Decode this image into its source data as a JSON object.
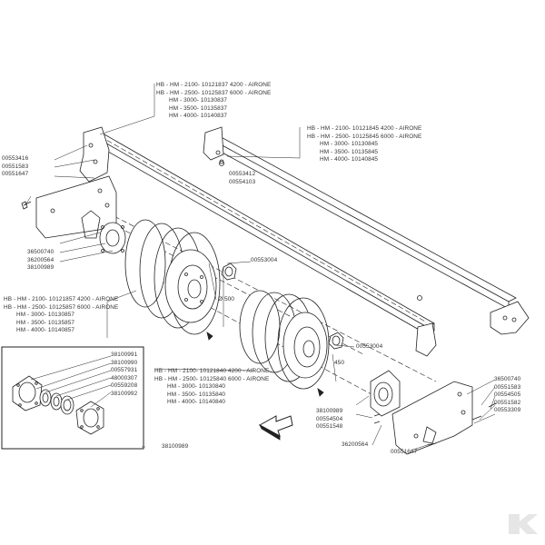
{
  "callouts": {
    "top_left_group": [
      "HB - HM - 2100- 10121837 4200 - AIRONE",
      "HB - HM - 2500- 10125837 6000 - AIRONE",
      "HM - 3000- 10130837",
      "HM - 3500- 10135837",
      "HM - 4000- 10140837"
    ],
    "top_right_group": [
      "HB - HM - 2100- 10121845 4200 - AIRONE",
      "HB - HM - 2500- 10125845 6000 - AIRONE",
      "HM - 3000- 10130845",
      "HM - 3500- 10135845",
      "HM - 4000- 10140845"
    ],
    "left_group": [
      "HB - HM - 2100- 10121857 4200 - AIRONE",
      "HB - HM - 2500- 10125857 6000 - AIRONE",
      "HM - 3000- 10130857",
      "HM - 3500- 10135857",
      "HM - 4000- 10140857"
    ],
    "middle_group": [
      "HB - HM - 2100- 10121840 4200 - AIRONE",
      "HB - HM - 2500- 10125840 6000 - AIRONE",
      "HM - 3000- 10130840",
      "HM - 3500- 10135840",
      "HM - 4000- 10140840"
    ],
    "left_bracket_parts": [
      "00553416",
      "00551583",
      "00551647"
    ],
    "bolt_left": "00551647",
    "top_bracket_parts": [
      "00553412",
      "00554103"
    ],
    "left_hub_parts": [
      "36500740",
      "36200564",
      "38100989"
    ],
    "nut_top": "00553004",
    "nut_mid": "00553004",
    "inset_parts": [
      "38100991",
      "38100990",
      "00557931",
      "48000307",
      "00559208",
      "38100992"
    ],
    "inset_assembly": "38100989",
    "right_hub_parts": [
      "38100989",
      "00554504",
      "00551548"
    ],
    "right_hub_bottom": "36200564",
    "right_bracket_bottom": "00551647",
    "right_side_parts": [
      "36500740",
      "00551583",
      "00554505",
      "00551582",
      "00553309"
    ],
    "dim_diameter": "Ø 500",
    "dim_width": "450"
  }
}
